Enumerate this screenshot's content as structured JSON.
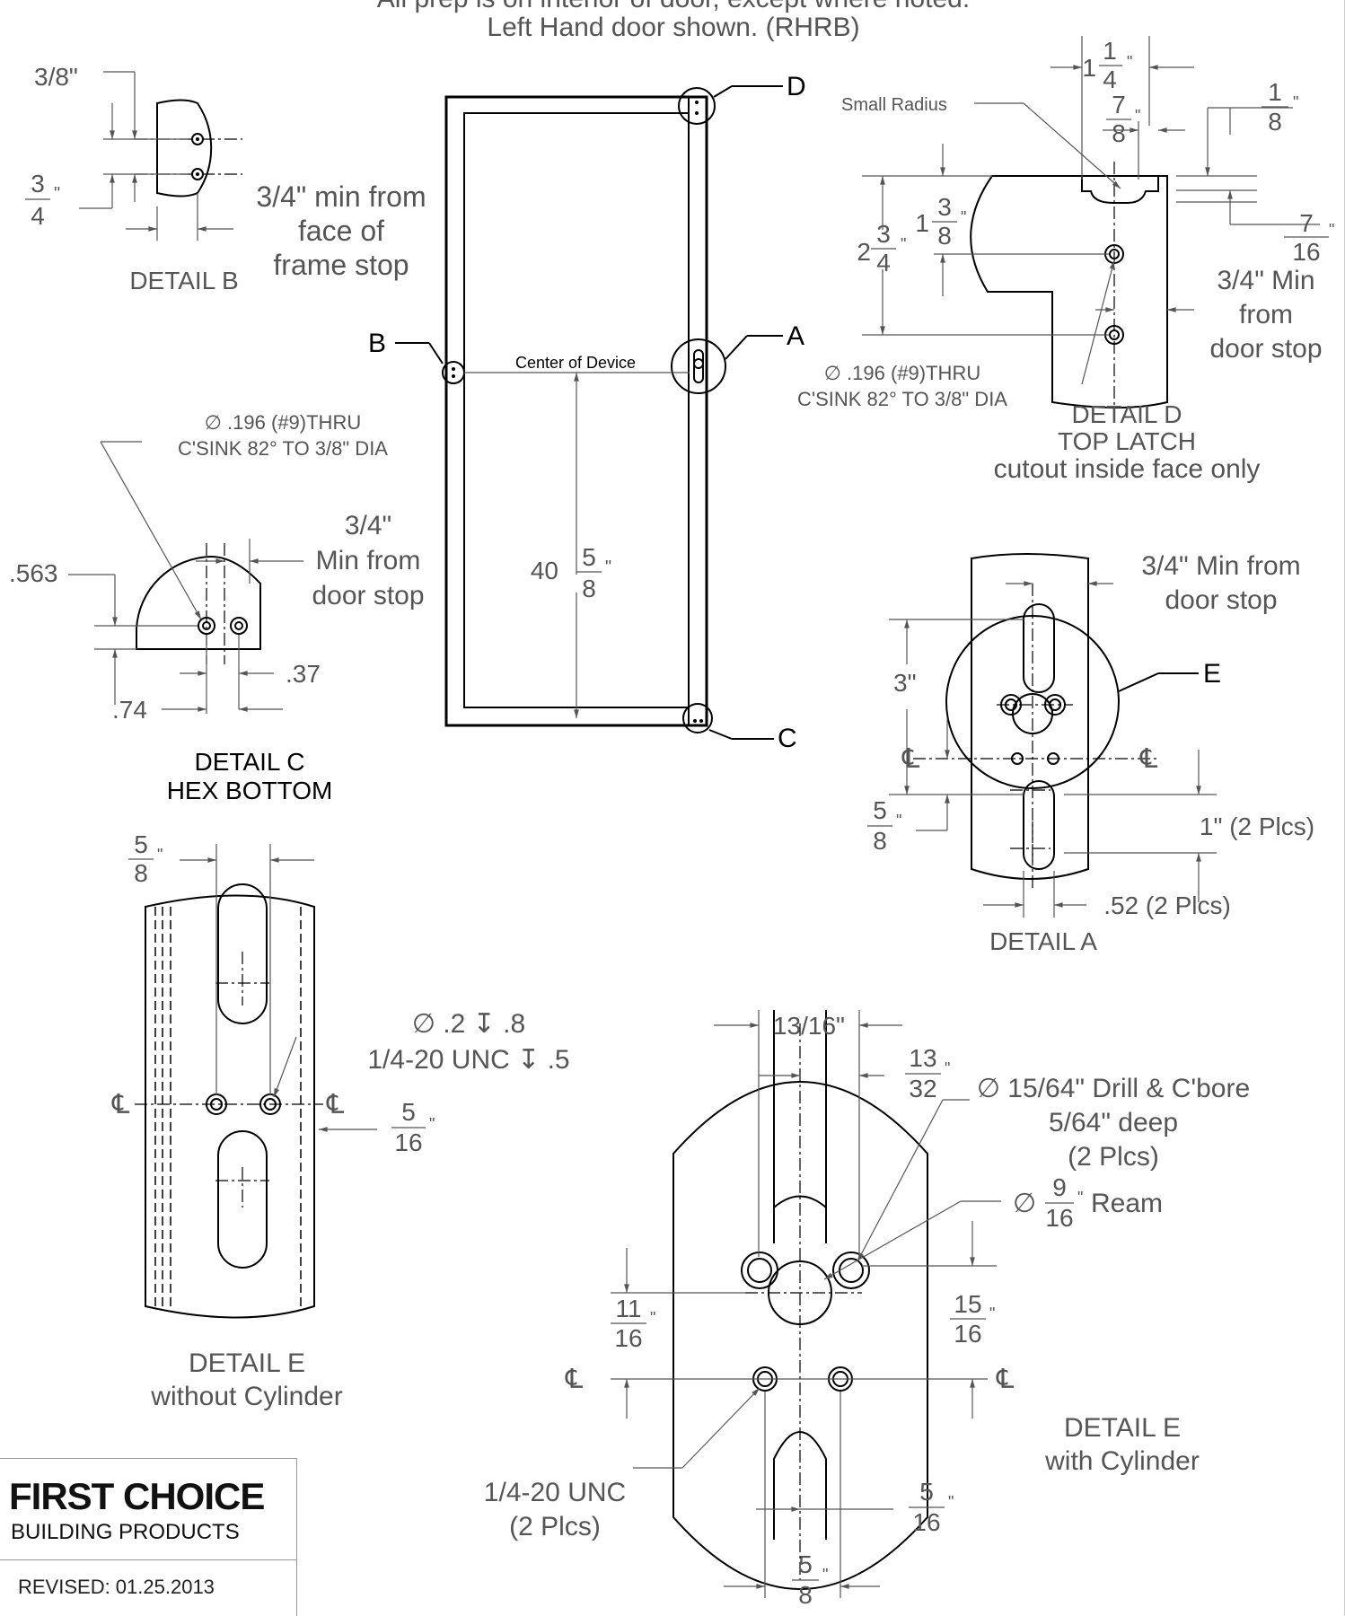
{
  "header": {
    "line1": "All prep is on interior of door, except where noted.",
    "line2": "Left Hand door shown. (RHRB)"
  },
  "detail_b": {
    "title": "DETAIL B",
    "dim_spacing": "3/8\"",
    "dim_offset_whole": "",
    "dim_offset_num": "3",
    "dim_offset_den": "4",
    "note": [
      "3/4\" min from",
      "face of",
      "frame stop"
    ]
  },
  "door": {
    "center_label": "Center of Device",
    "height_whole": "40",
    "height_num": "5",
    "height_den": "8",
    "callouts": {
      "a": "A",
      "b": "B",
      "c": "C",
      "d": "D",
      "e": "E"
    }
  },
  "detail_d": {
    "title": "DETAIL D",
    "subtitle1": "TOP LATCH",
    "subtitle2": "cutout inside face only",
    "small_radius": "Small Radius",
    "dim_width_whole": "1",
    "dim_width_num": "1",
    "dim_width_den": "4",
    "dim_cut_num": "7",
    "dim_cut_den": "8",
    "dim_top_num": "1",
    "dim_top_den": "8",
    "dim_depth_num": "7",
    "dim_depth_den": "16",
    "dim_hole1_whole": "1",
    "dim_hole1_num": "3",
    "dim_hole1_den": "8",
    "dim_hole2_whole": "2",
    "dim_hole2_num": "3",
    "dim_hole2_den": "4",
    "note": [
      "3/4\" Min",
      "from",
      "door stop"
    ],
    "hole_note1": "∅ .196 (#9)THRU",
    "hole_note2": "C'SINK 82° TO 3/8\" DIA"
  },
  "detail_c": {
    "title": "DETAIL C",
    "subtitle": "HEX BOTTOM",
    "hole_note1": "∅ .196 (#9)THRU",
    "hole_note2": "C'SINK 82° TO 3/8\" DIA",
    "note": [
      "3/4\"",
      "Min from",
      "door stop"
    ],
    "dim_height": ".563",
    "dim_spacing": ".37",
    "dim_edge": ".74"
  },
  "detail_a": {
    "title": "DETAIL A",
    "note": [
      "3/4\" Min from",
      "door stop"
    ],
    "dim_3": "3\"",
    "dim_1": "1\" (2 Plcs)",
    "dim_52": ".52 (2 Plcs)",
    "dim_58_num": "5",
    "dim_58_den": "8",
    "cl": "℄"
  },
  "detail_e_no_cyl": {
    "title": "DETAIL E",
    "subtitle": "without Cylinder",
    "dim_top_num": "5",
    "dim_top_den": "8",
    "dim_side_num": "5",
    "dim_side_den": "16",
    "hole_note1": "∅ .2 ↧ .8",
    "hole_note2": "1/4-20 UNC  ↧ .5",
    "cl": "℄"
  },
  "detail_e_cyl": {
    "title": "DETAIL E",
    "subtitle": "with Cylinder",
    "dim_1316": "13/16\"",
    "dim_1332_num": "13",
    "dim_1332_den": "32",
    "drill_note": [
      "∅ 15/64\" Drill & C'bore",
      "5/64\" deep",
      "(2 Plcs)"
    ],
    "ream_prefix": "∅",
    "ream_num": "9",
    "ream_den": "16",
    "ream_suffix": "Ream",
    "dim_1116_num": "11",
    "dim_1116_den": "16",
    "dim_1516_num": "15",
    "dim_1516_den": "16",
    "dim_516_num": "5",
    "dim_516_den": "16",
    "dim_58_num": "5",
    "dim_58_den": "8",
    "unc_note": [
      "1/4-20 UNC",
      "(2 Plcs)"
    ],
    "cl": "℄"
  },
  "title_block": {
    "brand": "FIRST CHOICE",
    "brand_sub": "BUILDING PRODUCTS",
    "revised": "REVISED: 01.25.2013"
  }
}
